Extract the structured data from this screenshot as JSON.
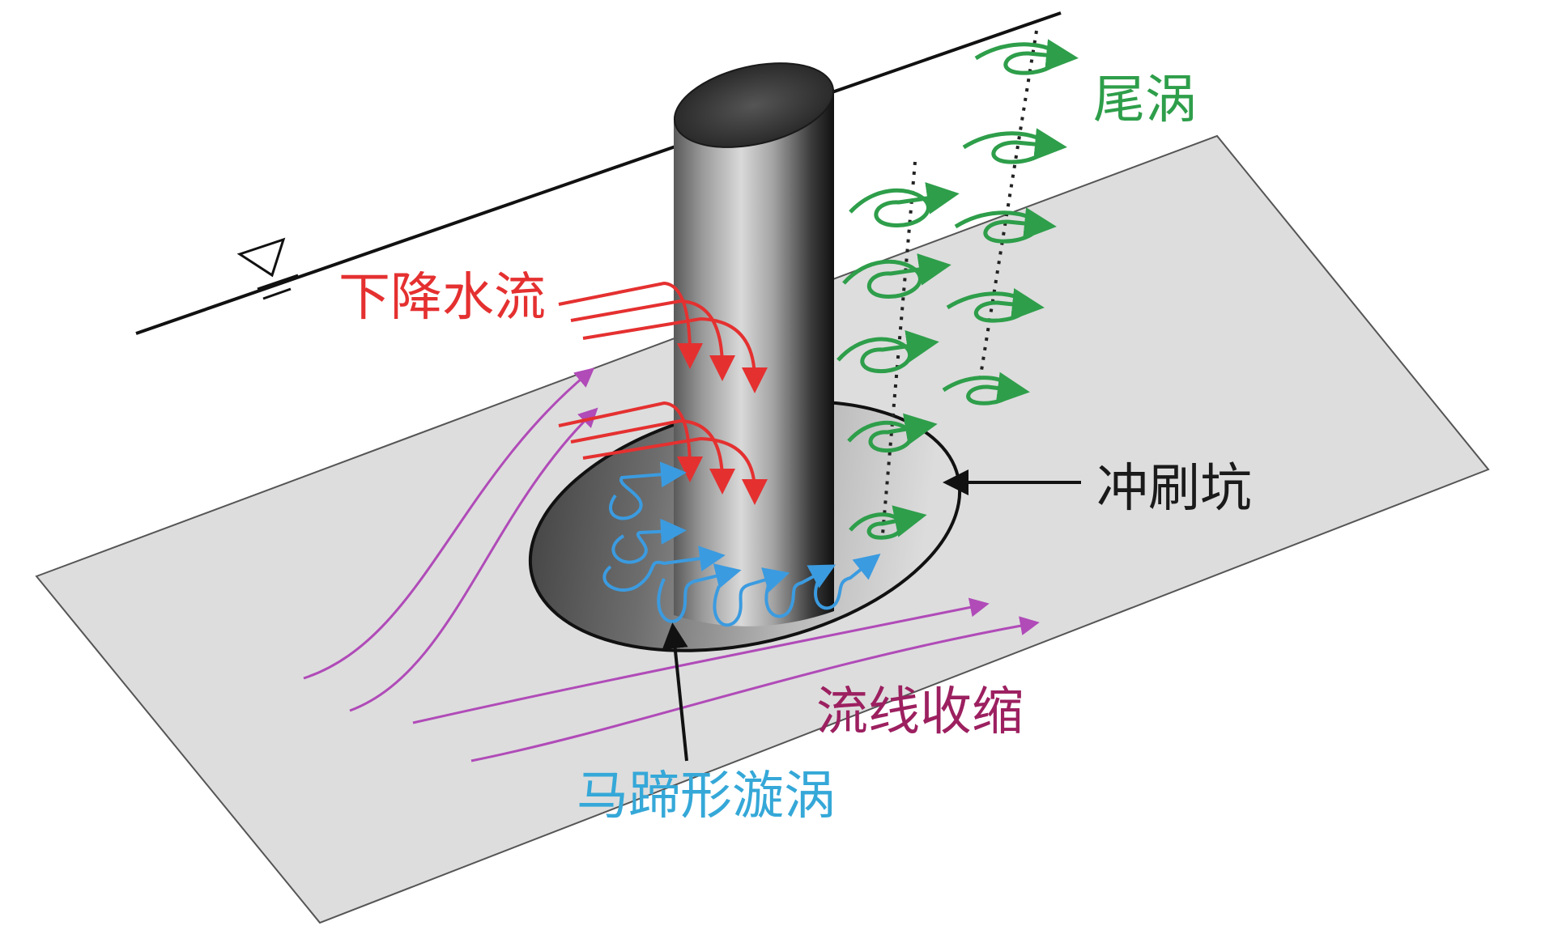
{
  "labels": {
    "downflow": "下降水流",
    "wake_vortex": "尾涡",
    "scour_hole": "冲刷坑",
    "streamline_contraction": "流线收缩",
    "horseshoe_vortex": "马蹄形漩涡"
  },
  "colors": {
    "downflow": "#e53030",
    "wake_vortex": "#2e9e4a",
    "scour_hole_label": "#1a1a1a",
    "streamline_contraction": "#9c2060",
    "horseshoe_vortex": "#35a8d8",
    "streamline": "#b04bb8",
    "bed": "#dddddd"
  },
  "icons": {
    "water_surface_marker": "water-level-triangle-icon"
  }
}
